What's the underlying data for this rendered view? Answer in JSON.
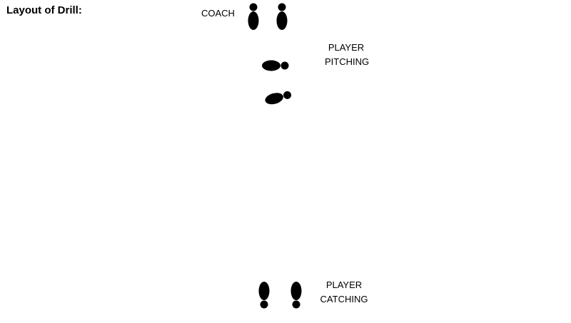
{
  "title": "Layout of Drill:",
  "labels": {
    "coach": "COACH",
    "pitching_line1": "PLAYER",
    "pitching_line2": "PITCHING",
    "catching_line1": "PLAYER",
    "catching_line2": "CATCHING"
  },
  "colors": {
    "footprint": "#000000",
    "background": "#ffffff"
  }
}
